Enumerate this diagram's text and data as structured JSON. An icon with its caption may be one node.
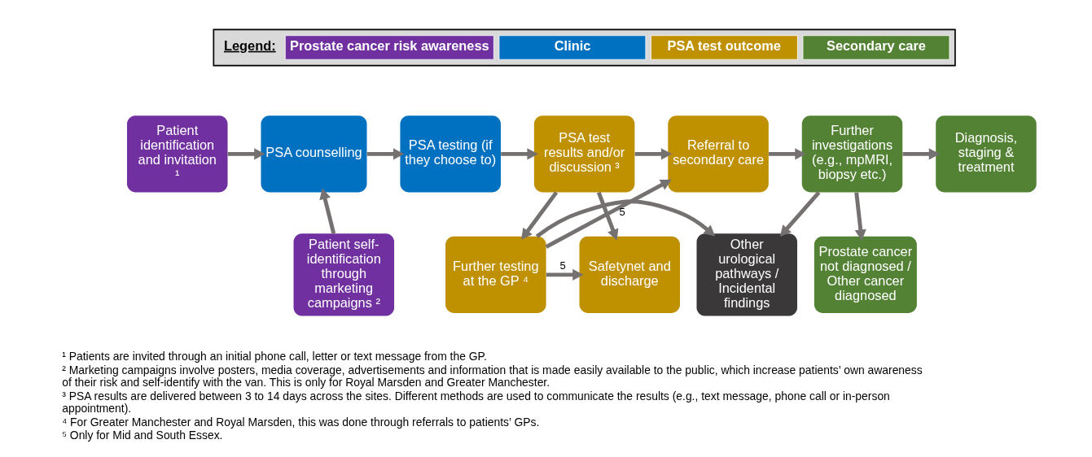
{
  "diagram": {
    "nodes": [
      {
        "text": [
          "Patient identification and invitation ¹"
        ]
      },
      {
        "text": [
          "PSA counselling"
        ]
      },
      {
        "text": [
          "PSA testing (if they choose to)"
        ]
      },
      {
        "text": [
          "PSA test results and/or discussion ³"
        ]
      },
      {
        "text": [
          "Referral to secondary care"
        ]
      },
      {
        "text": [
          "Further investigations (e.g., mpMRI, biopsy etc.)"
        ]
      },
      {
        "text": [
          "Diagnosis, staging & treatment"
        ]
      },
      {
        "text": [
          "Patient self-identification through marketing campaigns ²"
        ]
      },
      {
        "text": [
          "Safetynet and discharge"
        ]
      },
      {
        "text": [
          "Further testing at the GP ⁴"
        ]
      },
      {
        "text": [
          "Other urological pathways / Incidental findings"
        ]
      },
      {
        "text": [
          "Prostate cancer not diagnosed / Other cancer diagnosed"
        ]
      }
    ],
    "edges": [
      {
        "from": 0,
        "to": 1,
        "arrow": "to"
      },
      {
        "from": 1,
        "to": 2,
        "arrow": "to"
      },
      {
        "from": 2,
        "to": 3,
        "arrow": "to"
      },
      {
        "from": 3,
        "to": 4,
        "arrow": "to"
      },
      {
        "from": 4,
        "to": 5,
        "arrow": "to"
      },
      {
        "from": 5,
        "to": 6,
        "arrow": "to"
      },
      {
        "from": 7,
        "to": 1,
        "arrow": "to"
      },
      {
        "from": 3,
        "to": 8,
        "arrow": "to"
      },
      {
        "from": 3,
        "to": 9,
        "arrow": "to"
      },
      {
        "from": 9,
        "to": 4,
        "arrow": "to",
        "label": "5"
      },
      {
        "from": 9,
        "to": 8,
        "arrow": "to",
        "label": "5"
      },
      {
        "from": 9,
        "to": 10,
        "arrow": "to"
      },
      {
        "from": 5,
        "to": 10,
        "arrow": "to"
      },
      {
        "from": 5,
        "to": 11,
        "arrow": "to"
      }
    ],
    "labels": [
      "Legend:",
      "¹ Patients are invited through an initial phone call, letter or text message from the GP.",
      "² Marketing campaigns involve posters, media coverage, advertisements and information that is made easily available to the public, which increase patients’ own awareness of their risk and self-identify with the van. This is only for Royal Marsden and Greater Manchester.",
      "³ PSA results are delivered between 3 to 14 days across the sites. Different methods are used to communicate the results (e.g., text message, phone call or in-person appointment).",
      "⁴ For Greater Manchester and Royal Marsden, this was done through referrals to patients’ GPs.",
      "⁵ Only for Mid and South Essex."
    ],
    "legend": [
      {
        "text": "Prostate cancer risk awareness",
        "color": "#7030a0"
      },
      {
        "text": "Clinic",
        "color": "#0070c0"
      },
      {
        "text": "PSA test outcome",
        "color": "#bf9000"
      },
      {
        "text": "Secondary care",
        "color": "#548235"
      }
    ]
  }
}
